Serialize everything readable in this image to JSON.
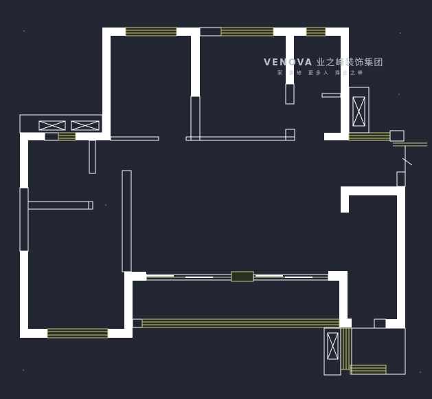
{
  "watermark": {
    "brand_latin": "VENOVA",
    "brand_cn": "业之峰装饰集团",
    "tagline": "家 装修 更多人 择业之峰"
  },
  "colors": {
    "background": "#222733",
    "wall": "#ffffff",
    "window": "#c9c98a"
  }
}
